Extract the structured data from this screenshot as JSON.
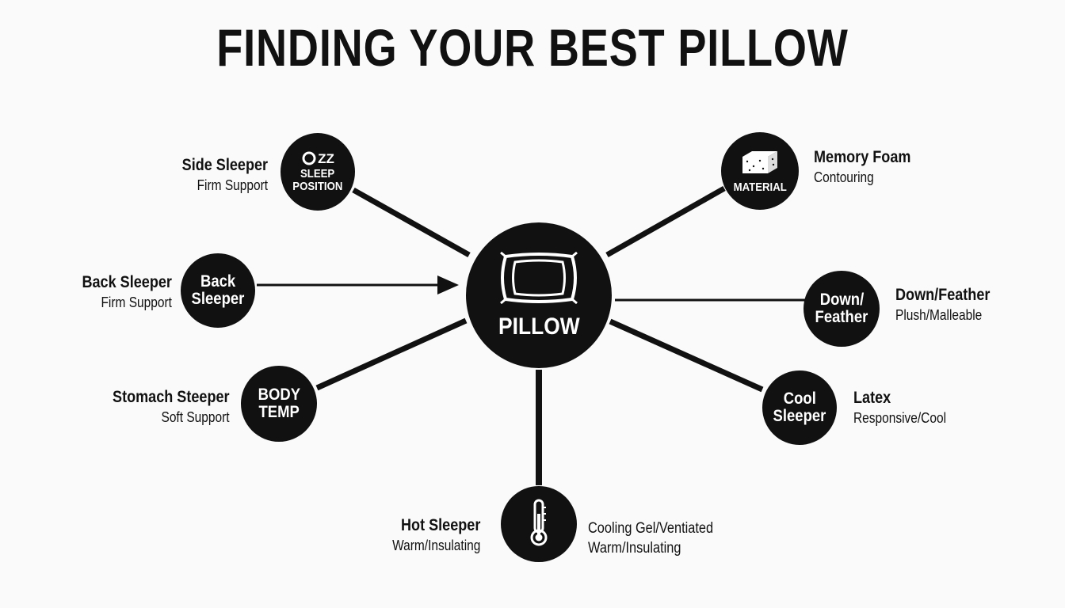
{
  "title": "FINDING YOUR BEST PILLOW",
  "hub": {
    "label": "PILLOW",
    "icon": "pillow-icon"
  },
  "nodes": {
    "sleep_position": {
      "line1": "SLEEP",
      "line2": "POSITION",
      "icon": "sleep-zzz-icon",
      "icon_text": "ZZ"
    },
    "back": {
      "line1": "Back",
      "line2": "Sleeper"
    },
    "body_temp": {
      "line1": "BODY",
      "line2": "TEMP"
    },
    "thermometer": {
      "icon": "thermometer-icon"
    },
    "material": {
      "label": "MATERIAL",
      "icon": "foam-block-icon"
    },
    "down": {
      "line1": "Down/",
      "line2": "Feather"
    },
    "cool": {
      "line1": "Cool",
      "line2": "Sleeper"
    }
  },
  "labels": {
    "side": {
      "heading": "Side Sleeper",
      "sub": "Firm Support"
    },
    "back": {
      "heading": "Back Sleeper",
      "sub": "Firm Support"
    },
    "stomach": {
      "heading": "Stomach Steeper",
      "sub": "Soft Support"
    },
    "hot": {
      "heading": "Hot Sleeper",
      "sub": "Warm/Insulating"
    },
    "cooling": {
      "heading": "Cooling Gel/Ventiated",
      "sub": "Warm/Insulating"
    },
    "memory": {
      "heading": "Memory Foam",
      "sub": "Contouring"
    },
    "down": {
      "heading": "Down/Feather",
      "sub": "Plush/Malleable"
    },
    "latex": {
      "heading": "Latex",
      "sub": "Responsive/Cool"
    }
  },
  "colors": {
    "node": "#111111",
    "background": "#fafafa",
    "text": "#111111"
  }
}
